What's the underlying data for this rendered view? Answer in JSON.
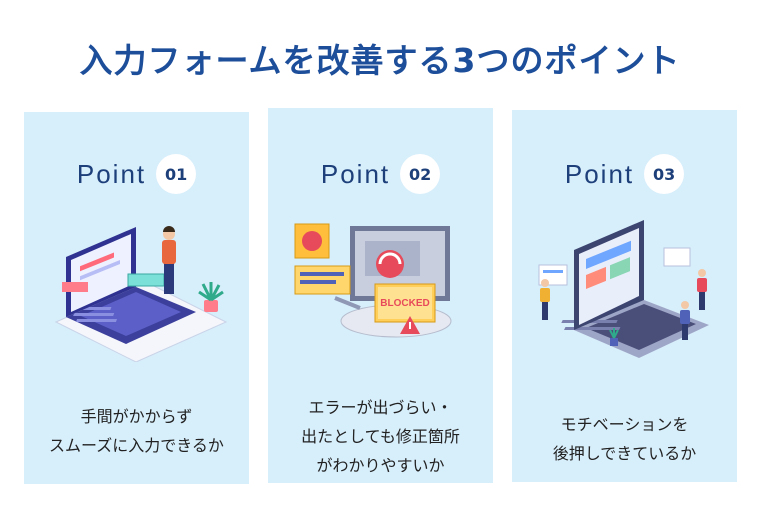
{
  "title": "入力フォームを改善する3つのポイント",
  "cards": [
    {
      "point_label": "Point",
      "number": "01",
      "lines": [
        "手間がかからず",
        "スムーズに入力できるか"
      ]
    },
    {
      "point_label": "Point",
      "number": "02",
      "lines": [
        "エラーが出づらい・",
        "出たとしても修正箇所",
        "がわかりやすいか"
      ]
    },
    {
      "point_label": "Point",
      "number": "03",
      "lines": [
        "モチベーションを",
        "後押しできているか"
      ]
    }
  ],
  "illustration_text": {
    "blocked": "BLOCKED"
  },
  "colors": {
    "title": "#1d4e9a",
    "card_bg": "#d7eefb",
    "point_text": "#1d3f7a"
  },
  "icons": [
    "laptop-person-illustration",
    "blocked-error-illustration",
    "laptop-team-illustration"
  ]
}
